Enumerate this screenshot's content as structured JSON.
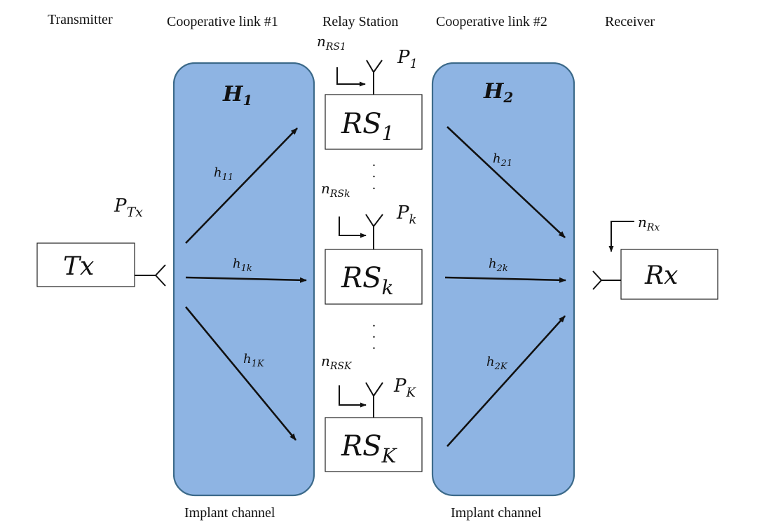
{
  "headers": {
    "transmitter": "Transmitter",
    "link1": "Cooperative link #1",
    "relay": "Relay Station",
    "link2": "Cooperative link #2",
    "receiver": "Receiver"
  },
  "footers": {
    "left": "Implant channel",
    "right": "Implant channel"
  },
  "channels": {
    "h1": {
      "base": "H",
      "sub": "1"
    },
    "h2": {
      "base": "H",
      "sub": "2"
    },
    "fill_color": "#8eb4e3",
    "border_color": "#3c6a8a"
  },
  "tx": {
    "box_label": "Tx",
    "power_base": "P",
    "power_sub": "Tx"
  },
  "rx": {
    "box_label": "Rx",
    "noise_base": "n",
    "noise_sub": "Rx"
  },
  "relays": [
    {
      "base": "RS",
      "sub": "1",
      "noise_base": "n",
      "noise_sub": "RS1",
      "power_base": "P",
      "power_sub": "1"
    },
    {
      "base": "RS",
      "sub": "k",
      "noise_base": "n",
      "noise_sub": "RSk",
      "power_base": "P",
      "power_sub": "k"
    },
    {
      "base": "RS",
      "sub": "K",
      "noise_base": "n",
      "noise_sub": "RSK",
      "power_base": "P",
      "power_sub": "K"
    }
  ],
  "links1": [
    {
      "base": "h",
      "sub": "11"
    },
    {
      "base": "h",
      "sub": "1k"
    },
    {
      "base": "h",
      "sub": "1K"
    }
  ],
  "links2": [
    {
      "base": "h",
      "sub": "21"
    },
    {
      "base": "h",
      "sub": "2k"
    },
    {
      "base": "h",
      "sub": "2K"
    }
  ],
  "ellipsis": "."
}
